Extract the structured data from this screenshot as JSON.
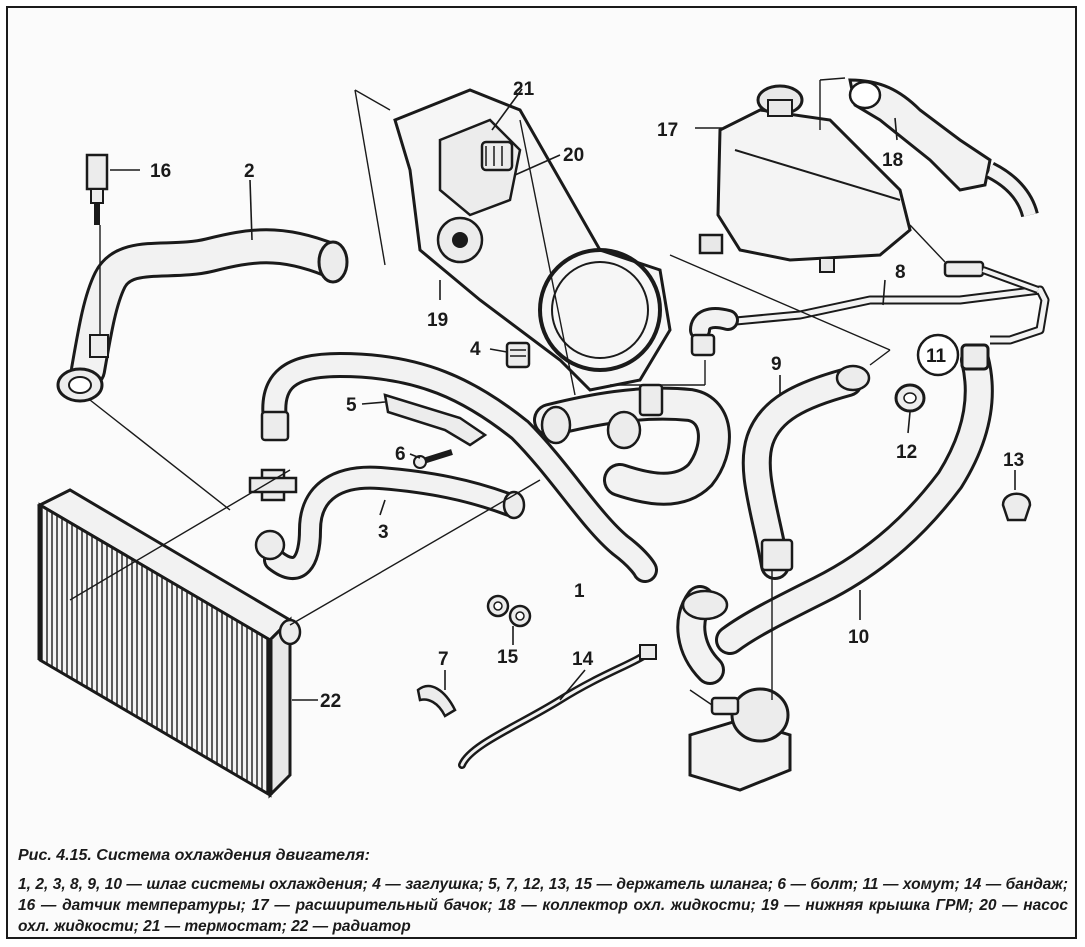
{
  "callouts": [
    "1",
    "2",
    "3",
    "4",
    "5",
    "6",
    "7",
    "8",
    "9",
    "10",
    "11",
    "12",
    "13",
    "14",
    "15",
    "16",
    "17",
    "18",
    "19",
    "20",
    "21",
    "22"
  ],
  "caption": {
    "title": "Рис. 4.15. Система охлаждения двигателя:",
    "body": "1, 2, 3, 8, 9, 10 — шлаг системы охлаждения; 4 — заглушка; 5, 7, 12, 13, 15 — держатель шланга; 6 — болт; 11 — хомут; 14 — бандаж; 16 — датчик температуры; 17 — расширительный бачок; 18 — коллектор охл. жидкости; 19 — нижняя крышка ГРМ; 20 — насос охл. жидкости; 21 — термостат; 22 — радиатор"
  },
  "colors": {
    "ink": "#1a1a1a",
    "paper": "#fbfbfb",
    "hose_fill": "#f2f2f2"
  }
}
